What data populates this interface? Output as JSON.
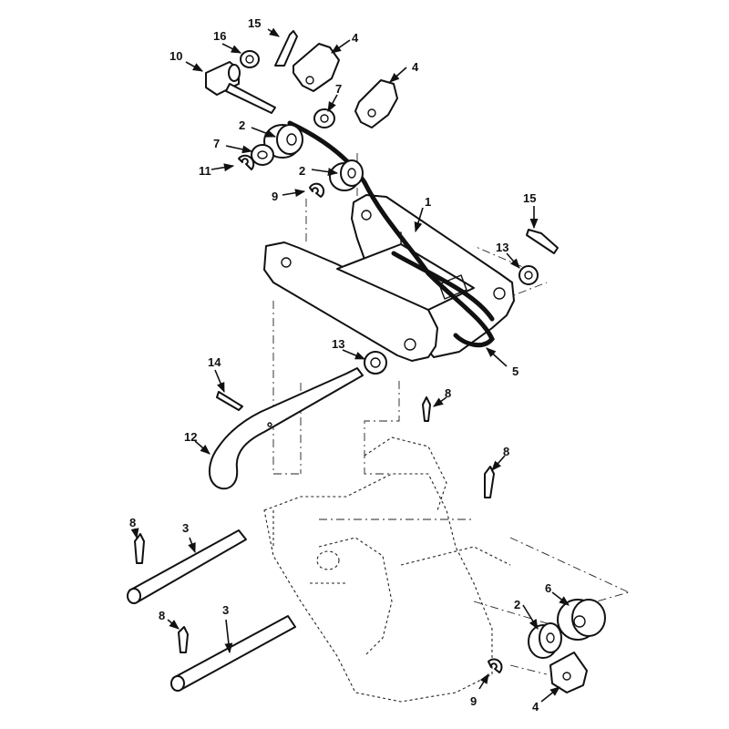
{
  "callouts": {
    "c1": "1",
    "c2a": "2",
    "c2b": "2",
    "c2c": "2",
    "c3a": "3",
    "c3b": "3",
    "c4a": "4",
    "c4b": "4",
    "c4c": "4",
    "c5": "5",
    "c6": "6",
    "c7a": "7",
    "c7b": "7",
    "c8a": "8",
    "c8b": "8",
    "c8c": "8",
    "c8d": "8",
    "c9a": "9",
    "c9b": "9",
    "c10": "10",
    "c11": "11",
    "c12": "12",
    "c13a": "13",
    "c13b": "13",
    "c14": "14",
    "c15a": "15",
    "c15b": "15",
    "c16": "16"
  }
}
